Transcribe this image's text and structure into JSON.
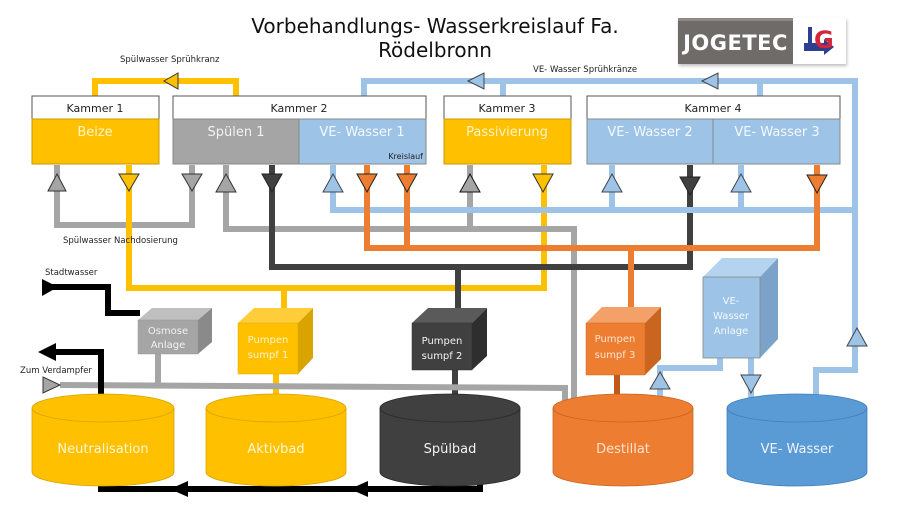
{
  "title": "Vorbehandlungs- Wasserkreislauf Fa. Rödelbronn",
  "logo": {
    "text": "JOGETEC",
    "mark": "JG-arrow-logo-icon",
    "mark_letters": "JG"
  },
  "colors": {
    "yellow": "#ffc000",
    "gray": "#a5a5a5",
    "dark": "#404040",
    "lightblue": "#9dc3e6",
    "orange": "#ed7d31",
    "blue": "#5b9bd5",
    "black": "#000000"
  },
  "labels": {
    "spray_rinse": "Spülwasser Sprühkranz",
    "ve_spray": "VE- Wasser Sprühkränze",
    "rinse_dosing": "Spülwasser Nachdosierung",
    "city_water": "Stadtwasser",
    "to_evaporator": "Zum Verdampfer",
    "circuit": "Kreislauf"
  },
  "chambers": [
    {
      "header": "Kammer 1",
      "sections": [
        {
          "label": "Beize",
          "color": "yellow"
        }
      ]
    },
    {
      "header": "Kammer 2",
      "sections": [
        {
          "label": "Spülen 1",
          "color": "gray"
        },
        {
          "label": "VE- Wasser 1",
          "color": "lightblue",
          "note": "Kreislauf"
        }
      ]
    },
    {
      "header": "Kammer 3",
      "sections": [
        {
          "label": "Passivierung",
          "color": "yellow"
        }
      ]
    },
    {
      "header": "Kammer 4",
      "sections": [
        {
          "label": "VE- Wasser 2",
          "color": "lightblue"
        },
        {
          "label": "VE- Wasser 3",
          "color": "lightblue"
        }
      ]
    }
  ],
  "units": [
    {
      "line1": "Osmose",
      "line2": "Anlage",
      "line3": "",
      "color": "gray"
    },
    {
      "line1": "Pumpen",
      "line2": "sumpf 1",
      "line3": "",
      "color": "yellow"
    },
    {
      "line1": "Pumpen",
      "line2": "sumpf 2",
      "line3": "",
      "color": "dark"
    },
    {
      "line1": "Pumpen",
      "line2": "sumpf 3",
      "line3": "",
      "color": "orange"
    },
    {
      "line1": "VE-",
      "line2": "Wasser",
      "line3": "Anlage",
      "color": "lightblue"
    }
  ],
  "tanks": [
    {
      "label": "Neutralisation",
      "color": "yellow"
    },
    {
      "label": "Aktivbad",
      "color": "yellow"
    },
    {
      "label": "Spülbad",
      "color": "dark"
    },
    {
      "label": "Destillat",
      "color": "orange"
    },
    {
      "label": "VE- Wasser",
      "color": "blue"
    }
  ]
}
